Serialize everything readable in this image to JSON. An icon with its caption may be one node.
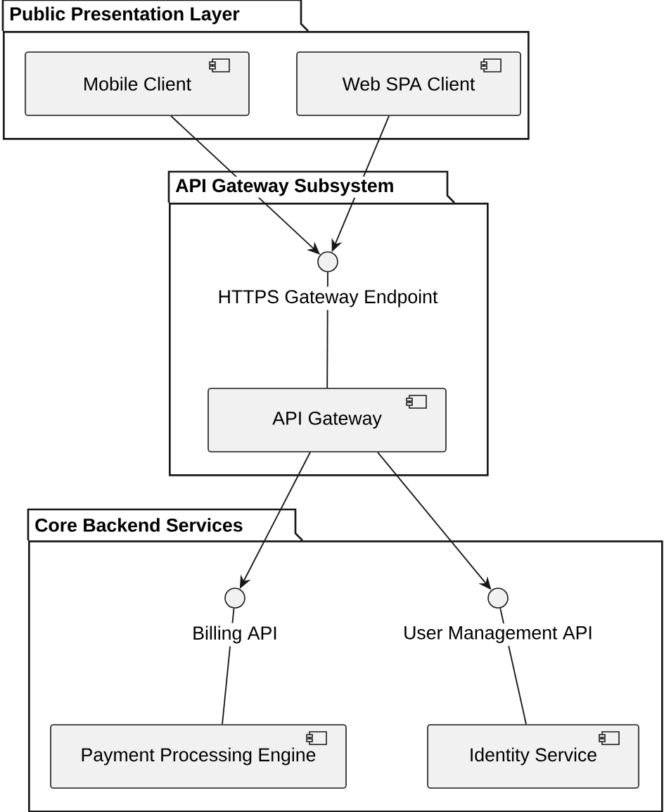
{
  "diagram": {
    "nodes": [
      {
        "text": [
          "Public Presentation Layer"
        ]
      },
      {
        "text": [
          "Mobile Client"
        ],
        "in": 0
      },
      {
        "text": [
          "Web SPA Client"
        ],
        "in": 0
      },
      {
        "text": [
          "API Gateway Subsystem"
        ]
      },
      {
        "text": [],
        "shape": "circle",
        "beside": [
          "HTTPS Gateway Endpoint"
        ],
        "in": 3
      },
      {
        "text": [
          "API Gateway"
        ],
        "in": 3
      },
      {
        "text": [
          "Core Backend Services"
        ]
      },
      {
        "text": [],
        "shape": "circle",
        "beside": [
          "Billing API"
        ],
        "in": 6
      },
      {
        "text": [],
        "shape": "circle",
        "beside": [
          "User Management API"
        ],
        "in": 6
      },
      {
        "text": [
          "Payment Processing Engine"
        ],
        "in": 6
      },
      {
        "text": [
          "Identity Service"
        ],
        "in": 6
      }
    ],
    "edges": [
      {
        "from": 1,
        "to": 4,
        "arrow": "to"
      },
      {
        "from": 2,
        "to": 4,
        "arrow": "to"
      },
      {
        "from": 4,
        "to": 5,
        "arrow": "none"
      },
      {
        "from": 5,
        "to": 7,
        "arrow": "to"
      },
      {
        "from": 5,
        "to": 8,
        "arrow": "to"
      },
      {
        "from": 7,
        "to": 9,
        "arrow": "none"
      },
      {
        "from": 8,
        "to": 10,
        "arrow": "none"
      }
    ]
  }
}
